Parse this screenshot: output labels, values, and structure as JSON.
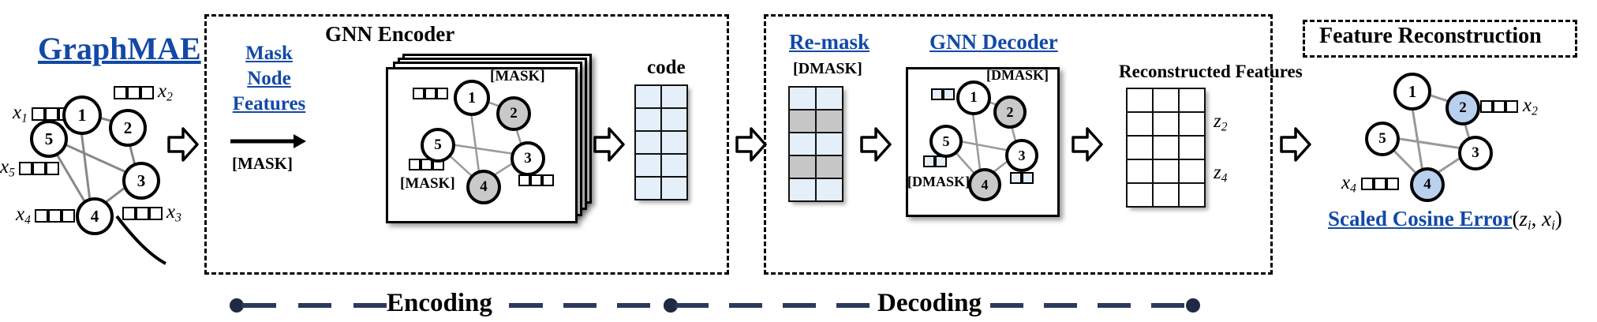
{
  "title": "GraphMAE",
  "panels": {
    "encoding": {
      "stage_label": "Encoding",
      "mask_title_lines": [
        "Mask",
        "Node",
        "Features"
      ],
      "mask_tag": "[MASK]",
      "encoder_title": "GNN Encoder",
      "code_label": "code",
      "node_mask_tags": [
        "[MASK]",
        "[MASK]"
      ]
    },
    "decoding": {
      "stage_label": "Decoding",
      "remask_title": "Re-mask",
      "dmask_tag": "[DMASK]",
      "decoder_title": "GNN Decoder",
      "reconstructed_label": "Reconstructed Features",
      "z_labels": [
        "z2",
        "z4"
      ],
      "node_dmask_tags": [
        "[DMASK]",
        "[DMASK]"
      ]
    },
    "reconstruction": {
      "box_title": "Feature Reconstruction",
      "loss_label": "Scaled Cosine Error",
      "loss_args": "(zi, xi)",
      "feature_labels": [
        "x2",
        "x4"
      ]
    }
  },
  "input_graph": {
    "feature_labels": [
      "x1",
      "x2",
      "x3",
      "x4",
      "x5"
    ],
    "nodes": [
      "1",
      "2",
      "3",
      "4",
      "5"
    ],
    "edges": [
      [
        "1",
        "2"
      ],
      [
        "1",
        "4"
      ],
      [
        "2",
        "3"
      ],
      [
        "5",
        "3"
      ],
      [
        "5",
        "4"
      ],
      [
        "3",
        "4"
      ]
    ]
  },
  "graphs": {
    "encoder_nodes": [
      "1",
      "2",
      "3",
      "4",
      "5"
    ],
    "encoder_masked": [
      "2",
      "4"
    ],
    "decoder_nodes": [
      "1",
      "2",
      "3",
      "4",
      "5"
    ],
    "decoder_masked": [
      "2",
      "4"
    ],
    "recon_nodes": [
      "1",
      "2",
      "3",
      "4",
      "5"
    ],
    "recon_highlighted": [
      "2",
      "4"
    ]
  },
  "matrices": {
    "code": {
      "cols": 2,
      "rows": 5,
      "fill": [
        "blue",
        "blue",
        "blue",
        "blue",
        "blue"
      ]
    },
    "remask": {
      "cols": 2,
      "rows": 5,
      "fill": [
        "blue",
        "gray",
        "blue",
        "gray",
        "blue"
      ]
    },
    "reconstructed": {
      "cols": 3,
      "rows": 5,
      "fill": [
        "white",
        "white",
        "white",
        "white",
        "white"
      ]
    }
  },
  "colors": {
    "accent": "#1249a8",
    "masked_node": "#c9c9c9",
    "highlight_node": "#b9d0ef",
    "code_cell": "#e4eff9",
    "remask_gray": "#c6c6c6",
    "stage_line": "#2b3a5c"
  }
}
